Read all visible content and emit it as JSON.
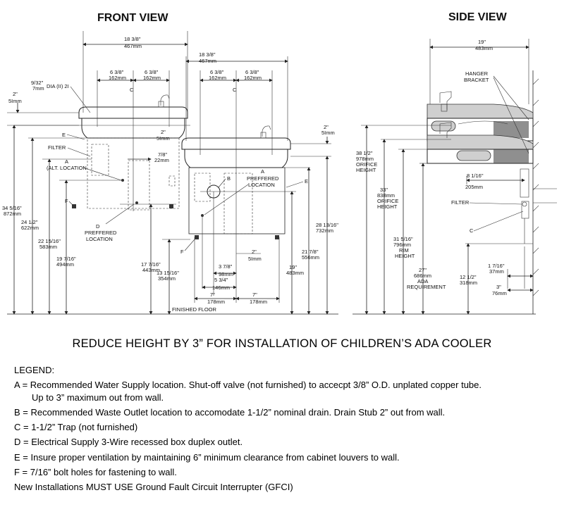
{
  "views": {
    "front_title": "FRONT VIEW",
    "side_title": "SIDE VIEW"
  },
  "dimensions": {
    "width_a": "18 3/8\"",
    "width_a_mm": "467mm",
    "width_b": "18 3/8\"",
    "width_b_mm": "467mm",
    "d_638": "6 3/8\"",
    "d_638_mm": "162mm",
    "dia": "DIA (II) 2I",
    "d_932": "9/32\"",
    "d_932_mm": "7mm",
    "d_2": "2\"",
    "d_2_mm": "5Imm",
    "d_78": "7/8\"",
    "d_78_mm": "22mm",
    "h_34516": "34 5/16\"",
    "h_34516_mm": "872mm",
    "h_2412": "24 1/2\"",
    "h_2412_mm": "622mm",
    "h_221516": "22 15/16\"",
    "h_221516_mm": "583mm",
    "h_19716": "19 7/16\"",
    "h_19716_mm": "494mm",
    "h_17716": "17 7/16\"",
    "h_17716_mm": "443mm",
    "h_131516": "13 15/16\"",
    "h_131516_mm": "354mm",
    "h_281316": "28 13/16\"",
    "h_281316_mm": "732mm",
    "h_2178": "21 7/8\"",
    "h_2178_mm": "556mm",
    "h_19": "19\"",
    "h_19_mm": "483mm",
    "d_378": "3 7/8\"",
    "d_378_mm": "98mm",
    "d_534": "5 3/4\"",
    "d_534_mm": "146mm",
    "d_7": "7\"",
    "d_7_mm": "178mm",
    "side_19": "19\"",
    "side_19_mm": "483mm",
    "h_3812": "38 1/2\"",
    "h_3812_mm": "978mm",
    "orifice": "ORIFICE",
    "height": "HEIGHT",
    "h_33": "33\"",
    "h_33_mm": "838mm",
    "d_8116": "8 1/16\"",
    "d_8116_mm": "205mm",
    "h_31516": "31 5/16\"",
    "h_31516_mm": "796mm",
    "rim": "RIM",
    "h_27": "27\"",
    "h_27_mm": "686mm",
    "ada": "ADA",
    "requirement": "REQUIREMENT",
    "h_1212": "12 1/2\"",
    "h_1212_mm": "318mm",
    "d_1716": "1 7/16\"",
    "d_1716_mm": "37mm",
    "d_3": "3\"",
    "d_3_mm": "76mm"
  },
  "labels": {
    "E": "E",
    "filter": "FILTER",
    "A": "A",
    "alt_location": "(ALT. LOCATION",
    "F": "F",
    "D": "D",
    "preffered": "PREFFERED",
    "location": "LOCATION",
    "B": "B",
    "cl": "C",
    "finished_floor": "FINISHED FLOOR",
    "hanger": "HANGER",
    "bracket": "BRACKET",
    "C": "C"
  },
  "note": "REDUCE HEIGHT BY 3” FOR INSTALLATION OF CHILDREN’S ADA COOLER",
  "legend": {
    "title": "LEGEND:",
    "items": [
      "A = Recommended Water Supply location. Shut-off valve (not furnished) to accecpt 3/8” O.D. unplated copper tube.",
      "Up to 3” maximum out from wall.",
      "B = Recommended Waste Outlet location to accomodate 1-1/2” nominal drain. Drain Stub 2” out from wall.",
      "C = 1-1/2” Trap (not furnished)",
      "D = Electrical Supply 3-Wire recessed box duplex outlet.",
      "E = Insure proper ventilation by maintaining 6” minimum clearance from cabinet louvers to wall.",
      "F = 7/16” bolt holes for fastening to wall.",
      "New Installations MUST USE Ground Fault Circuit Interrupter (GFCI)"
    ]
  }
}
